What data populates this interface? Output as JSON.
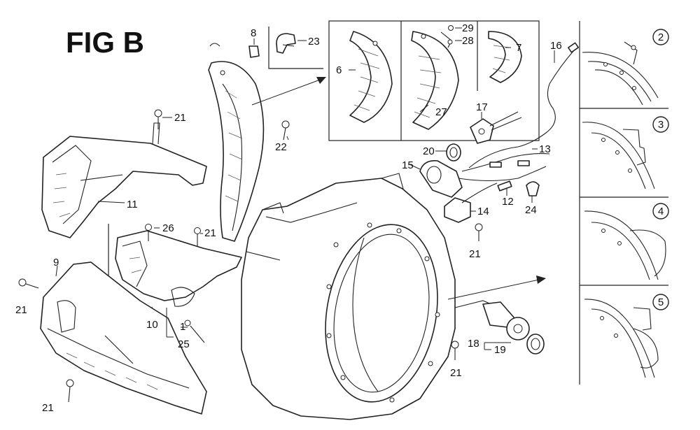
{
  "figure": {
    "title": "FIG B"
  },
  "callouts": {
    "c2": "2",
    "c3": "3",
    "c4": "4",
    "c5": "5",
    "p1": "1",
    "p6": "6",
    "p7": "7",
    "p8": "8",
    "p9": "9",
    "p10": "10",
    "p11": "11",
    "p12": "12",
    "p13": "13",
    "p14": "14",
    "p15": "15",
    "p16": "16",
    "p17": "17",
    "p18": "18",
    "p19": "19",
    "p20": "20",
    "p21": "21",
    "p22": "22",
    "p23": "23",
    "p24": "24",
    "p25": "25",
    "p26": "26",
    "p27": "27",
    "p28": "28",
    "p29": "29"
  }
}
